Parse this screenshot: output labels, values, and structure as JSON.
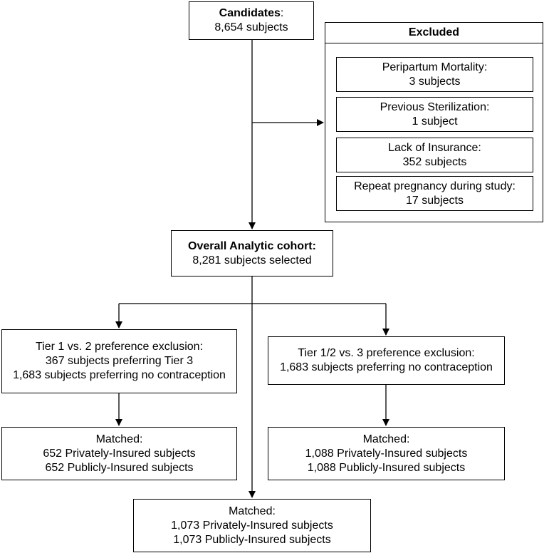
{
  "candidates": {
    "title": "Candidates",
    "colon": ":",
    "count": "8,654 subjects"
  },
  "excluded": {
    "title": "Excluded",
    "items": [
      {
        "label": "Peripartum Mortality:",
        "count": "3 subjects"
      },
      {
        "label": "Previous Sterilization:",
        "count": "1 subject"
      },
      {
        "label": "Lack of Insurance:",
        "count": "352 subjects"
      },
      {
        "label": "Repeat pregnancy during study:",
        "count": "17 subjects"
      }
    ]
  },
  "cohort": {
    "title": "Overall Analytic cohort:",
    "count": "8,281 subjects selected"
  },
  "tier12": {
    "title": "Tier 1 vs. 2 preference exclusion:",
    "line1": "367 subjects preferring Tier 3",
    "line2": "1,683 subjects preferring no contraception"
  },
  "tier3": {
    "title": "Tier 1/2 vs. 3 preference exclusion:",
    "line1": "1,683 subjects preferring no contraception"
  },
  "matched_left": {
    "title": "Matched:",
    "line1": "652 Privately-Insured subjects",
    "line2": "652 Publicly-Insured subjects"
  },
  "matched_right": {
    "title": "Matched:",
    "line1": "1,088 Privately-Insured subjects",
    "line2": "1,088 Publicly-Insured subjects"
  },
  "matched_center": {
    "title": "Matched:",
    "line1": "1,073 Privately-Insured subjects",
    "line2": "1,073 Publicly-Insured subjects"
  }
}
